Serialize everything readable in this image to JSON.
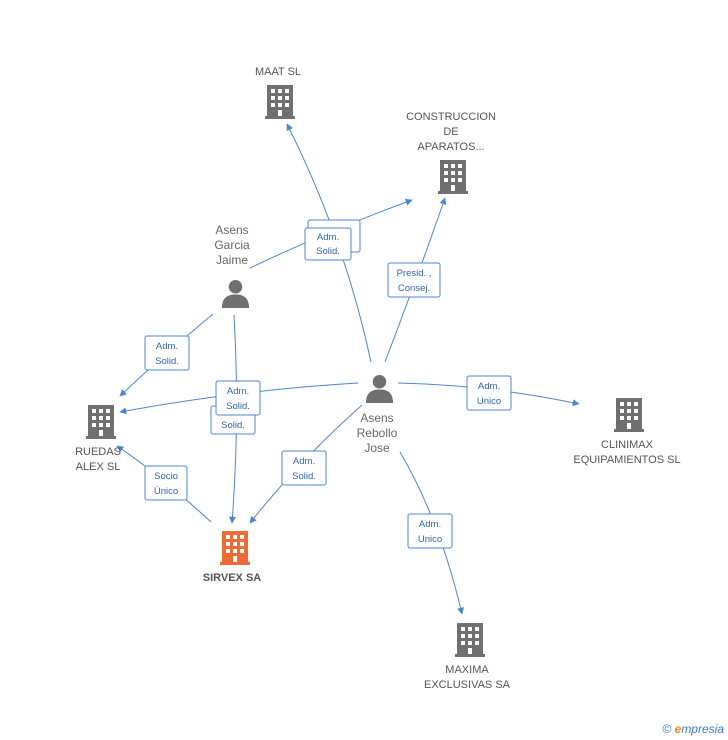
{
  "nodes": {
    "maat": {
      "lines": [
        "MAAT  SL"
      ]
    },
    "construccion": {
      "lines": [
        "CONSTRUCCION",
        "DE",
        "APARATOS..."
      ]
    },
    "asens_garcia": {
      "lines": [
        "Asens",
        "Garcia",
        "Jaime"
      ]
    },
    "asens_rebollo": {
      "lines": [
        "Asens",
        "Rebollo",
        "Jose"
      ]
    },
    "ruedas": {
      "lines": [
        "RUEDAS",
        "ALEX SL"
      ]
    },
    "clinimax": {
      "lines": [
        "CLINIMAX",
        "EQUIPAMIENTOS SL"
      ]
    },
    "sirvex": {
      "lines": [
        "SIRVEX SA"
      ]
    },
    "maxima": {
      "lines": [
        "MAXIMA",
        "EXCLUSIVAS SA"
      ]
    }
  },
  "edges": [
    {
      "id": "garcia-construccion",
      "lines": [
        "Adm.",
        "Solid."
      ]
    },
    {
      "id": "rebollo-maat",
      "lines": [
        "Adm.",
        "Solid."
      ]
    },
    {
      "id": "rebollo-construccion",
      "lines": [
        "Presid. ,",
        "Consej."
      ]
    },
    {
      "id": "garcia-ruedas",
      "lines": [
        "Adm.",
        "Solid."
      ]
    },
    {
      "id": "rebollo-ruedas",
      "lines": [
        "Adm.",
        "Solid."
      ]
    },
    {
      "id": "garcia-sirvex",
      "lines": [
        "Solid."
      ]
    },
    {
      "id": "rebollo-sirvex",
      "lines": [
        "Adm.",
        "Solid."
      ]
    },
    {
      "id": "ruedas-sirvex",
      "lines": [
        "Socio",
        "Único"
      ]
    },
    {
      "id": "rebollo-clinimax",
      "lines": [
        "Adm.",
        "Unico"
      ]
    },
    {
      "id": "rebollo-maxima",
      "lines": [
        "Adm.",
        "Unico"
      ]
    }
  ],
  "footer": {
    "symbol": "©",
    "brand_initial": "e",
    "brand_rest": "mpresia"
  },
  "colors": {
    "edge": "#4a86d8",
    "company": "#707070",
    "main_company": "#f06a35",
    "person": "#707070"
  }
}
